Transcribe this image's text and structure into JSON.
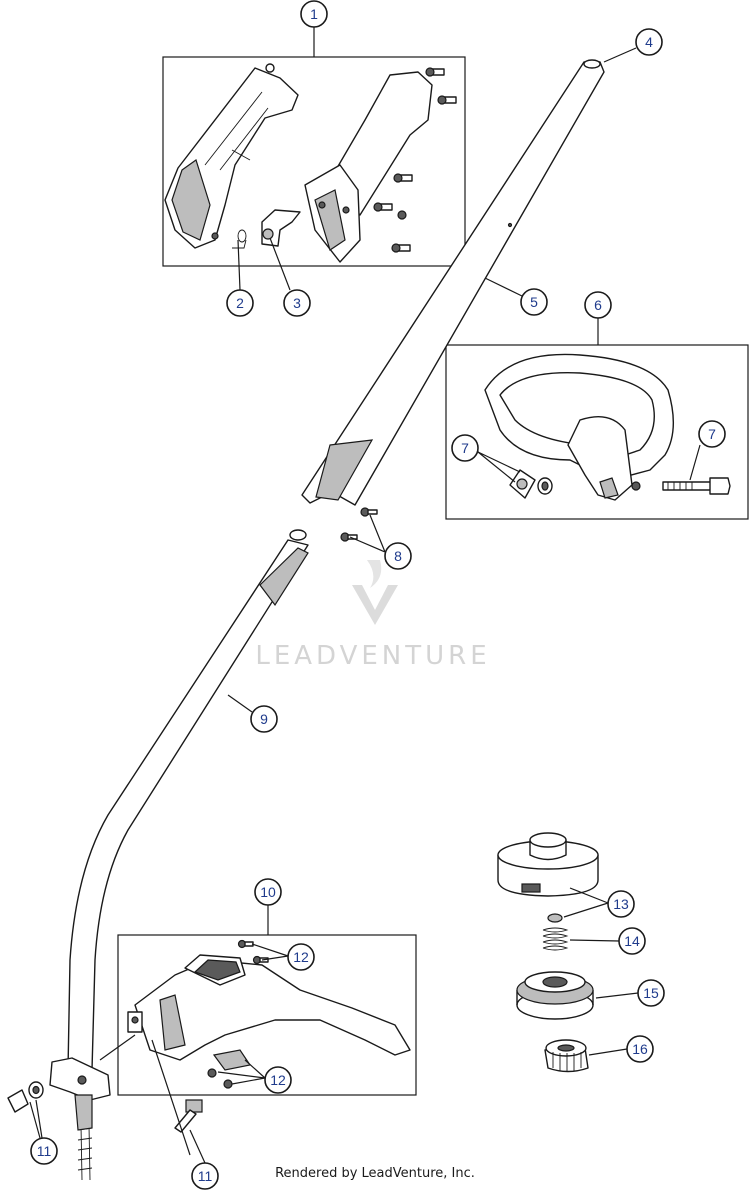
{
  "callouts": [
    "1",
    "2",
    "3",
    "4",
    "5",
    "6",
    "7",
    "7",
    "8",
    "9",
    "10",
    "11",
    "11",
    "12",
    "12",
    "13",
    "14",
    "15",
    "16"
  ],
  "watermark": "LEADVENTURE",
  "footer": "Rendered by LeadVenture, Inc."
}
